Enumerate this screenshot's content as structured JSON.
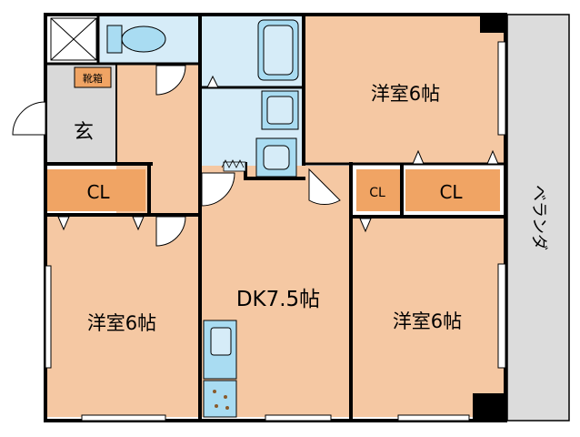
{
  "floorplan": {
    "rooms": {
      "western_top": "洋室6帖",
      "western_left": "洋室6帖",
      "western_right": "洋室6帖",
      "dk": "DK7.5帖",
      "entrance": "玄",
      "shoe_box": "靴箱",
      "closet_left": "CL",
      "closet_right_small": "CL",
      "closet_right_large": "CL",
      "veranda": "ベランダ"
    },
    "colors": {
      "room_fill": "#f5c8a3",
      "closet_fill": "#f0a464",
      "water_fill": "#d6ecf8",
      "entrance_fill": "#d9d9d9",
      "veranda_fill": "#dcdcdc",
      "wall": "#000000",
      "fixture_fill": "#a9dcf2"
    },
    "icons": [
      "toilet-icon",
      "bathtub-icon",
      "washbasin-icon",
      "washing-machine-icon",
      "sink-icon",
      "stove-icon"
    ]
  }
}
